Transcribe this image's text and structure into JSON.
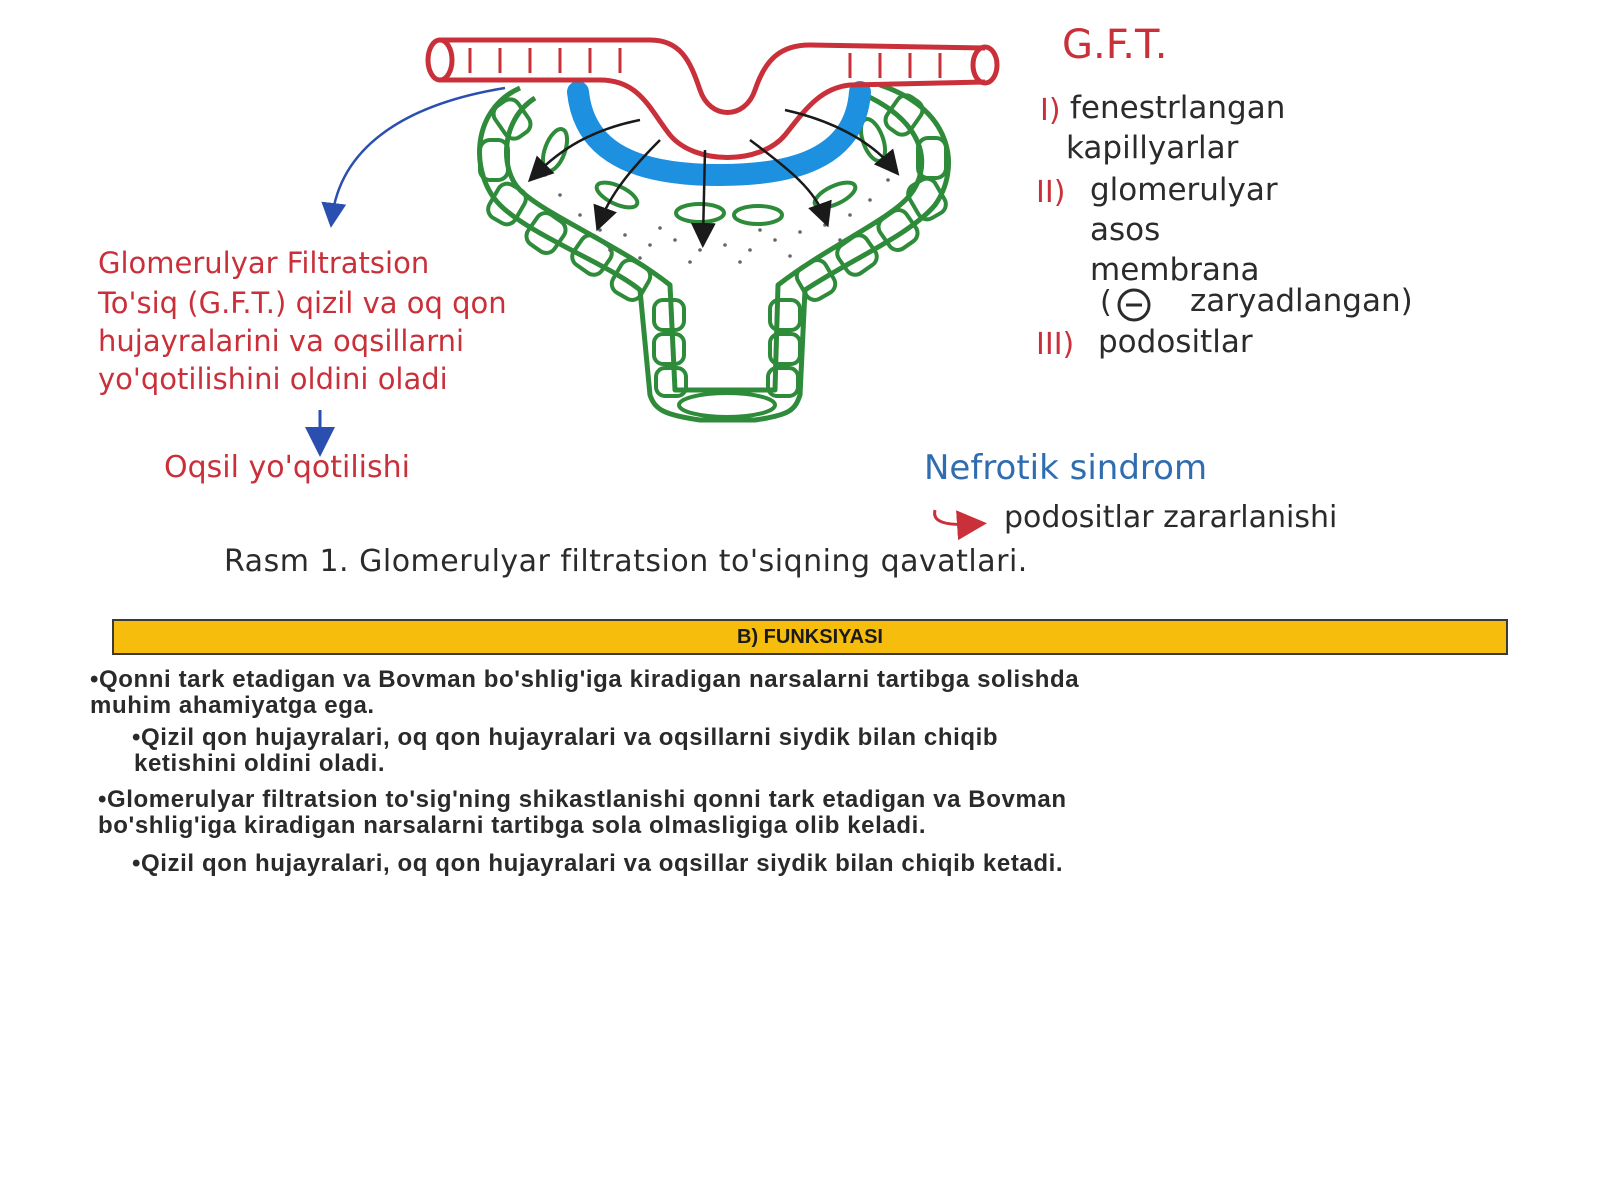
{
  "diagram": {
    "title": "G.F.T.",
    "layers": [
      {
        "num": "I)",
        "text1": "fenestrlangan",
        "text2": "kapillyarlar"
      },
      {
        "num": "II)",
        "text1": "glomerulyar",
        "text2": "asos",
        "text3": "membrana",
        "text4": "zaryadlangan)",
        "open_paren": "("
      },
      {
        "num": "III)",
        "text1": "podositlar"
      }
    ],
    "left_note": [
      "Glomerulyar Filtratsion",
      "To'siq (G.F.T.) qizil va oq qon",
      "hujayralarini va oqsillarni",
      "yo'qotilishini oldini oladi"
    ],
    "protein_loss": "Oqsil yo'qotilishi",
    "syndrome_title": "Nefrotik sindrom",
    "syndrome_note": "podositlar zararlanishi",
    "caption": "Rasm 1. Glomerulyar filtratsion to'siqning qavatlari.",
    "colors": {
      "capillary": "#c9303a",
      "membrane": "#1e90e0",
      "podocyte": "#2e8b3a",
      "arrow_blue": "#2a4fb0"
    }
  },
  "section": {
    "banner": "B) FUNKSIYASI",
    "b1_line1": "•Qonni tark etadigan va Bovman bo'shlig'iga kiradigan narsalarni tartibga solishda",
    "b1_line2": "muhim ahamiyatga ega.",
    "s1_line1": "•Qizil qon hujayralari, oq qon hujayralari va oqsillarni siydik bilan chiqib",
    "s1_line2": "ketishini oldini oladi.",
    "b2_line1": "•Glomerulyar filtratsion to'sig'ning shikastlanishi qonni tark etadigan va Bovman",
    "b2_line2": "bo'shlig'iga kiradigan narsalarni tartibga sola olmasligiga olib keladi.",
    "s2_line1": "•Qizil qon hujayralari, oq qon hujayralari va oqsillar siydik bilan chiqib ketadi."
  }
}
